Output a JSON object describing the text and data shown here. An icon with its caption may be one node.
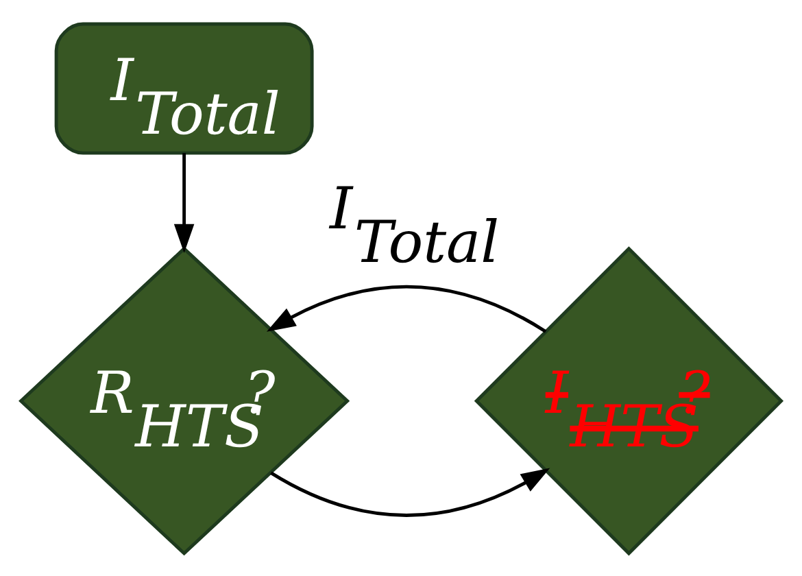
{
  "diagram": {
    "nodes": [
      {
        "text": [
          "I$_{Total}$"
        ]
      },
      {
        "text": [
          "R$_{HTS}$?"
        ]
      },
      {
        "text": [
          "I$_{HTS}$?"
        ],
        "beside": [
          "I$_{Total}$"
        ]
      }
    ],
    "edges": [
      {
        "from": 0,
        "to": 1,
        "arrow": "to"
      },
      {
        "from": 1,
        "to": 2,
        "arrow": "to"
      },
      {
        "from": 2,
        "to": 1,
        "arrow": "to"
      }
    ]
  }
}
